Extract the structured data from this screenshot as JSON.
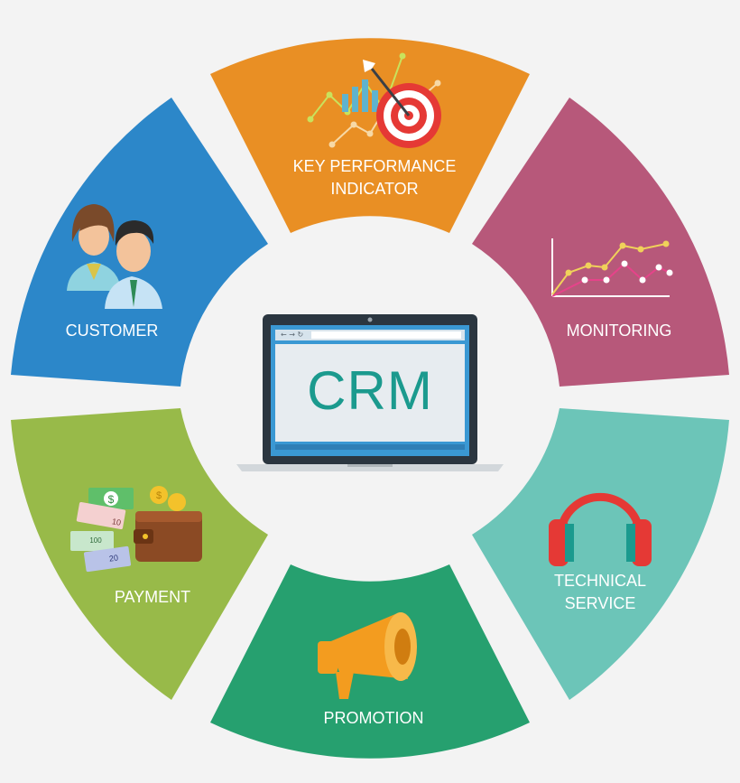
{
  "center": {
    "title": "CRM",
    "browser_nav": "← → ↻"
  },
  "segments": [
    {
      "id": "kpi",
      "label_line1": "KEY PERFORMANCE",
      "label_line2": "INDICATOR",
      "color": "#e98f24",
      "icon": "kpi-target-icon"
    },
    {
      "id": "monitoring",
      "label_line1": "MONITORING",
      "label_line2": "",
      "color": "#b7587a",
      "icon": "line-chart-icon"
    },
    {
      "id": "technical",
      "label_line1": "TECHNICAL",
      "label_line2": "SERVICE",
      "color": "#6cc5b8",
      "icon": "headphones-icon"
    },
    {
      "id": "promotion",
      "label_line1": "PROMOTION",
      "label_line2": "",
      "color": "#26a06f",
      "icon": "megaphone-icon"
    },
    {
      "id": "payment",
      "label_line1": "PAYMENT",
      "label_line2": "",
      "color": "#98ba49",
      "icon": "wallet-money-icon"
    },
    {
      "id": "customer",
      "label_line1": "CUSTOMER",
      "label_line2": "",
      "color": "#2c87c9",
      "icon": "customers-icon"
    }
  ],
  "payment_icon": {
    "bill_symbol": "$",
    "note1": "10",
    "note2": "100",
    "note3": "20",
    "coin_symbol": "$"
  }
}
